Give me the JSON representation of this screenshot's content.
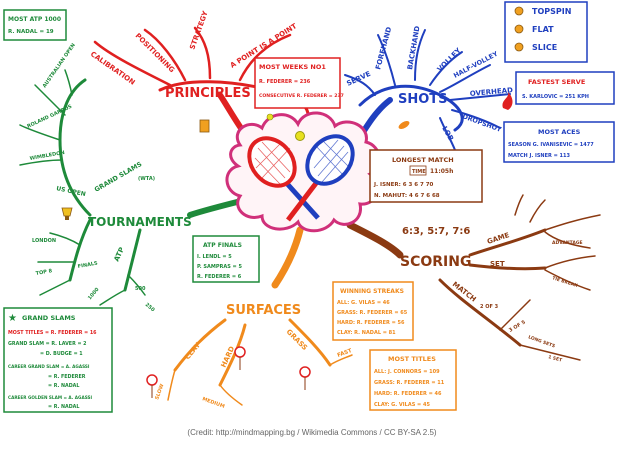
{
  "center": {
    "icon": "tennis-rackets-icon"
  },
  "colors": {
    "principles": "#e02020",
    "shots": "#1f3fbf",
    "scoring": "#8b3a12",
    "surfaces": "#f08a1c",
    "tournaments": "#1e8a3a",
    "box_border": "#c03030"
  },
  "branches": {
    "principles": {
      "label": "PRINCIPLES",
      "subs": [
        "CALIBRATION",
        "POSITIONING",
        "STRATEGY",
        "A POINT IS A POINT"
      ]
    },
    "shots": {
      "label": "SHOTS",
      "subs": [
        "SERVE",
        "FOREHAND",
        "BACKHAND",
        "VOLLEY",
        "HALF-VOLLEY",
        "OVERHEAD",
        "DROPSHOT",
        "LOB"
      ]
    },
    "scoring": {
      "label": "SCORING",
      "top_text": "6:3, 5:7, 7:6",
      "subs": [
        "GAME",
        "SET",
        "MATCH"
      ],
      "twigs": [
        "ADVANTAGE",
        "TIE BREAK",
        "2 OF 3",
        "3 OF 5",
        "LONG SETS",
        "1 SET"
      ]
    },
    "surfaces": {
      "label": "SURFACES",
      "subs": [
        "CLAY",
        "HARD",
        "GRASS",
        "SLOW",
        "MEDIUM",
        "FAST"
      ]
    },
    "tournaments": {
      "label": "TOURNAMENTS",
      "subs": [
        "GRAND SLAMS",
        "ATP",
        "LONDON",
        "FINALS",
        "TOP 8",
        "1000",
        "500",
        "250"
      ],
      "slams": [
        "US OPEN",
        "WIMBLEDON",
        "ROLAND GARROS",
        "AUSTRALIAN OPEN"
      ],
      "note": "(WTA)"
    }
  },
  "boxes": {
    "most_atp": {
      "title": "MOST ATP 1000",
      "rows": [
        "R. NADAL = 19"
      ]
    },
    "most_weeks": {
      "title": "MOST WEEKS NO1",
      "rows": [
        "R. FEDERER = 236",
        "CONSECUTIVE R. FEDERER = 237"
      ]
    },
    "spin": {
      "rows": [
        "TOPSPIN",
        "FLAT",
        "SLICE"
      ]
    },
    "fastest_serve": {
      "title": "FASTEST SERVE",
      "rows": [
        "S. KARLOVIC = 251 KPH"
      ]
    },
    "most_aces": {
      "title": "MOST ACES",
      "rows": [
        "SEASON G. IVANISEVIC = 1477",
        "MATCH J. ISNER = 113"
      ]
    },
    "longest_match": {
      "title": "LONGEST MATCH",
      "time_label": "TIME",
      "time": "11:05h",
      "rows": [
        "J. ISNER: 6 3 6 7 70",
        "N. MAHUT: 4 6 7 6 68"
      ]
    },
    "atp_finals": {
      "title": "ATP FINALS",
      "rows": [
        "I. LENDL = 5",
        "P. SAMPRAS = 5",
        "R. FEDERER = 6"
      ]
    },
    "winning_streaks": {
      "title": "WINNING STREAKS",
      "rows": [
        "ALL: G. VILAS = 46",
        "GRASS: R. FEDERER = 65",
        "HARD: R. FEDERER = 56",
        "CLAY: R. NADAL = 81"
      ]
    },
    "grand_slams": {
      "title": "GRAND SLAMS",
      "rows": [
        "MOST TITLES = R. FEDERER = 16",
        "GRAND SLAM = R. LAVER = 2",
        "= D. BUDGE = 1",
        "CAREER GRAND SLAM = A. AGASSI",
        "= R. FEDERER",
        "= R. NADAL",
        "CAREER GOLDEN SLAM = A. AGASSI",
        "= R. NADAL"
      ]
    },
    "most_titles": {
      "title": "MOST TITLES",
      "rows": [
        "ALL: J. CONNORS = 109",
        "GRASS: R. FEDERER = 11",
        "HARD: R. FEDERER = 46",
        "CLAY: G. VILAS = 45"
      ]
    }
  },
  "credit": "(Credit: http://mindmapping.bg / Wikimedia Commons / CC BY-SA 2.5)"
}
